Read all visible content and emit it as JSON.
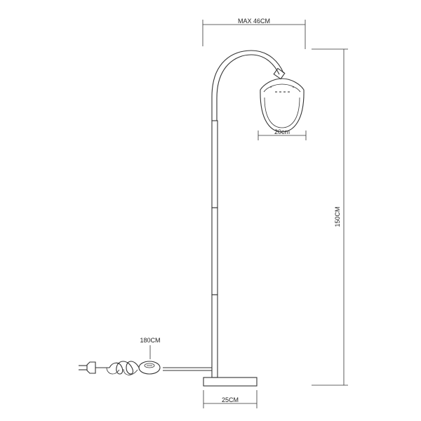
{
  "dimensions": {
    "max_width": "MAX 46CM",
    "shade_width": "20cm",
    "height": "150CM",
    "cable_length": "180CM",
    "base_width": "25CM"
  },
  "colors": {
    "line": "#333333",
    "text": "#222222",
    "background": "#ffffff"
  }
}
